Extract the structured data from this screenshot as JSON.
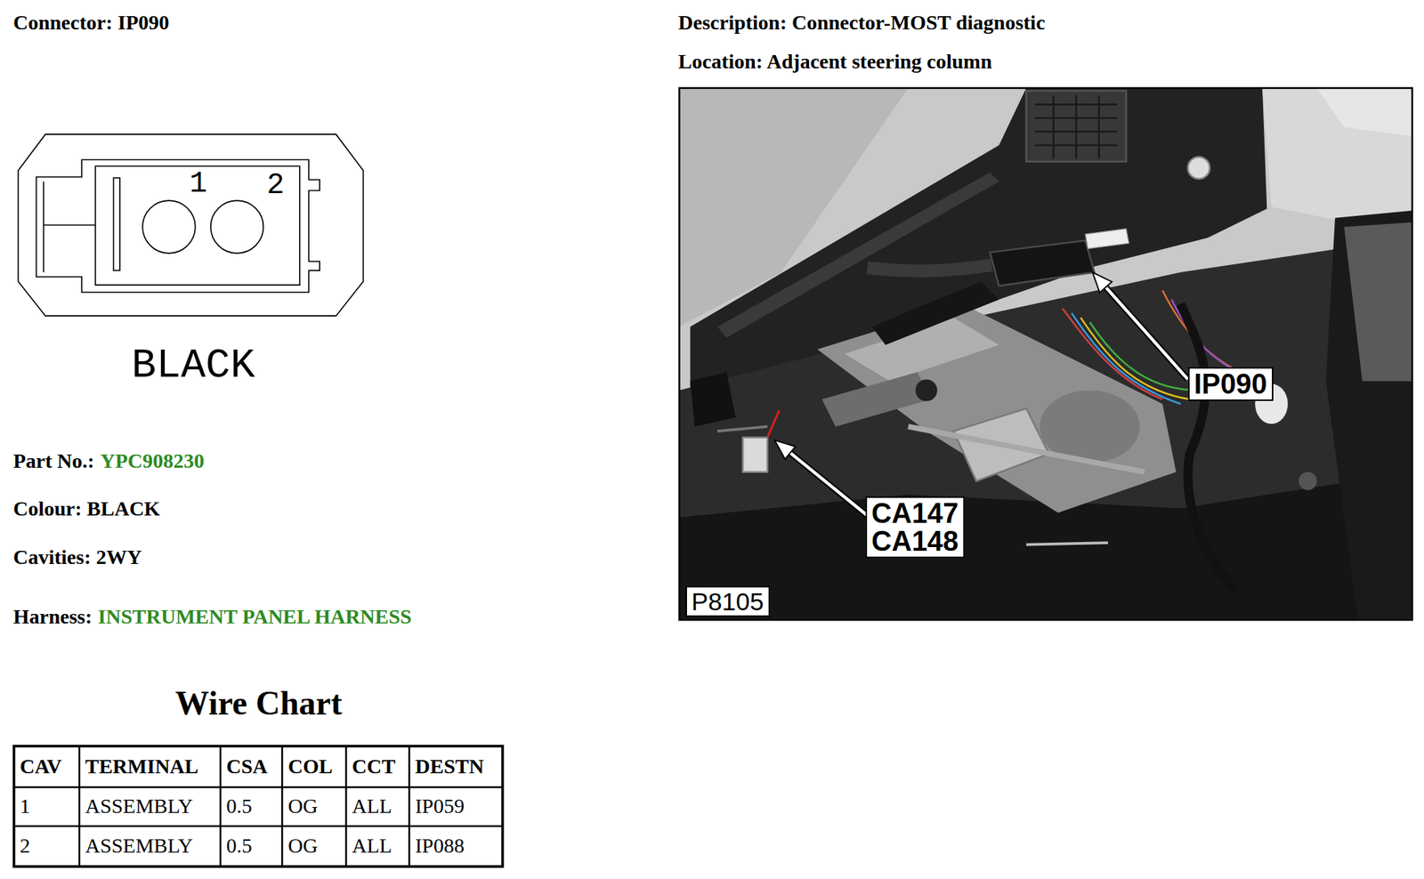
{
  "diagram": {
    "title": "Connector: IP090",
    "nodes": [
      {
        "text": [
          "IP090"
        ]
      },
      {
        "text": [
          "CA147 CA148"
        ]
      },
      {
        "text": [
          "P8105"
        ]
      }
    ],
    "labels": [
      "Description: Connector-MOST diagnostic",
      "Location: Adjacent steering column",
      "1",
      "2",
      "BLACK",
      "Part No.:",
      "YPC908230",
      "Colour: BLACK",
      "Cavities: 2WY",
      "Harness:",
      "INSTRUMENT PANEL HARNESS",
      "Wire Chart",
      "CAV",
      "TERMINAL",
      "CSA",
      "COL",
      "CCT",
      "DESTN",
      "1",
      "ASSEMBLY",
      "0.5",
      "OG",
      "ALL",
      "IP059",
      "2",
      "ASSEMBLY",
      "0.5",
      "OG",
      "ALL",
      "IP088"
    ]
  }
}
